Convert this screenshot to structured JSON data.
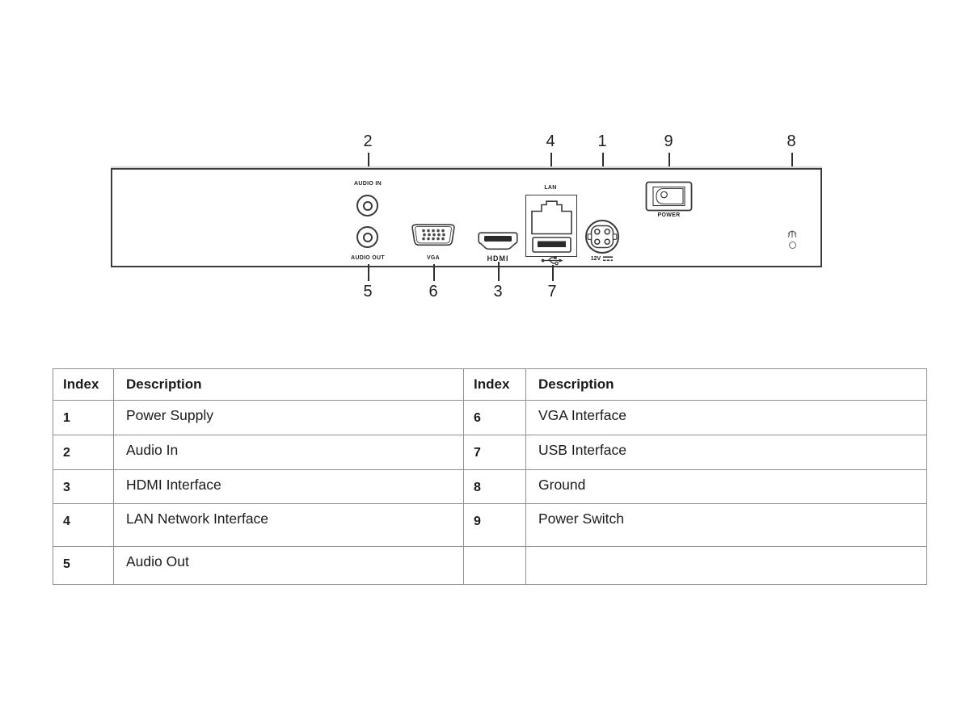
{
  "figure": {
    "callouts_top": [
      {
        "label": "2"
      },
      {
        "label": "4"
      },
      {
        "label": "1"
      },
      {
        "label": "9"
      },
      {
        "label": "8"
      }
    ],
    "callouts_bottom": [
      {
        "label": "5"
      },
      {
        "label": "6"
      },
      {
        "label": "3"
      },
      {
        "label": "7"
      }
    ],
    "port_labels": {
      "audio_in": "AUDIO IN",
      "audio_out": "AUDIO OUT",
      "vga": "VGA",
      "hdmi": "HDMI",
      "lan": "LAN",
      "power": "POWER",
      "dc_voltage": "12V"
    },
    "icons": {
      "usb": "usb-trident-icon",
      "ground": "earth-ground-icon",
      "dc": "dc-voltage-icon"
    },
    "colors": {
      "ink": "#2f2f2f",
      "panel_border": "#3c3c3c",
      "table_border": "#8f8f8f"
    }
  },
  "table": {
    "headers": [
      "Index",
      "Description",
      "Index",
      "Description"
    ],
    "rows": [
      [
        "1",
        "Power Supply",
        "6",
        "VGA Interface"
      ],
      [
        "2",
        "Audio In",
        "7",
        "USB Interface"
      ],
      [
        "3",
        "HDMI Interface",
        "8",
        "Ground"
      ],
      [
        "4",
        "LAN Network Interface",
        "9",
        "Power Switch"
      ],
      [
        "5",
        "Audio Out",
        "",
        ""
      ]
    ]
  }
}
